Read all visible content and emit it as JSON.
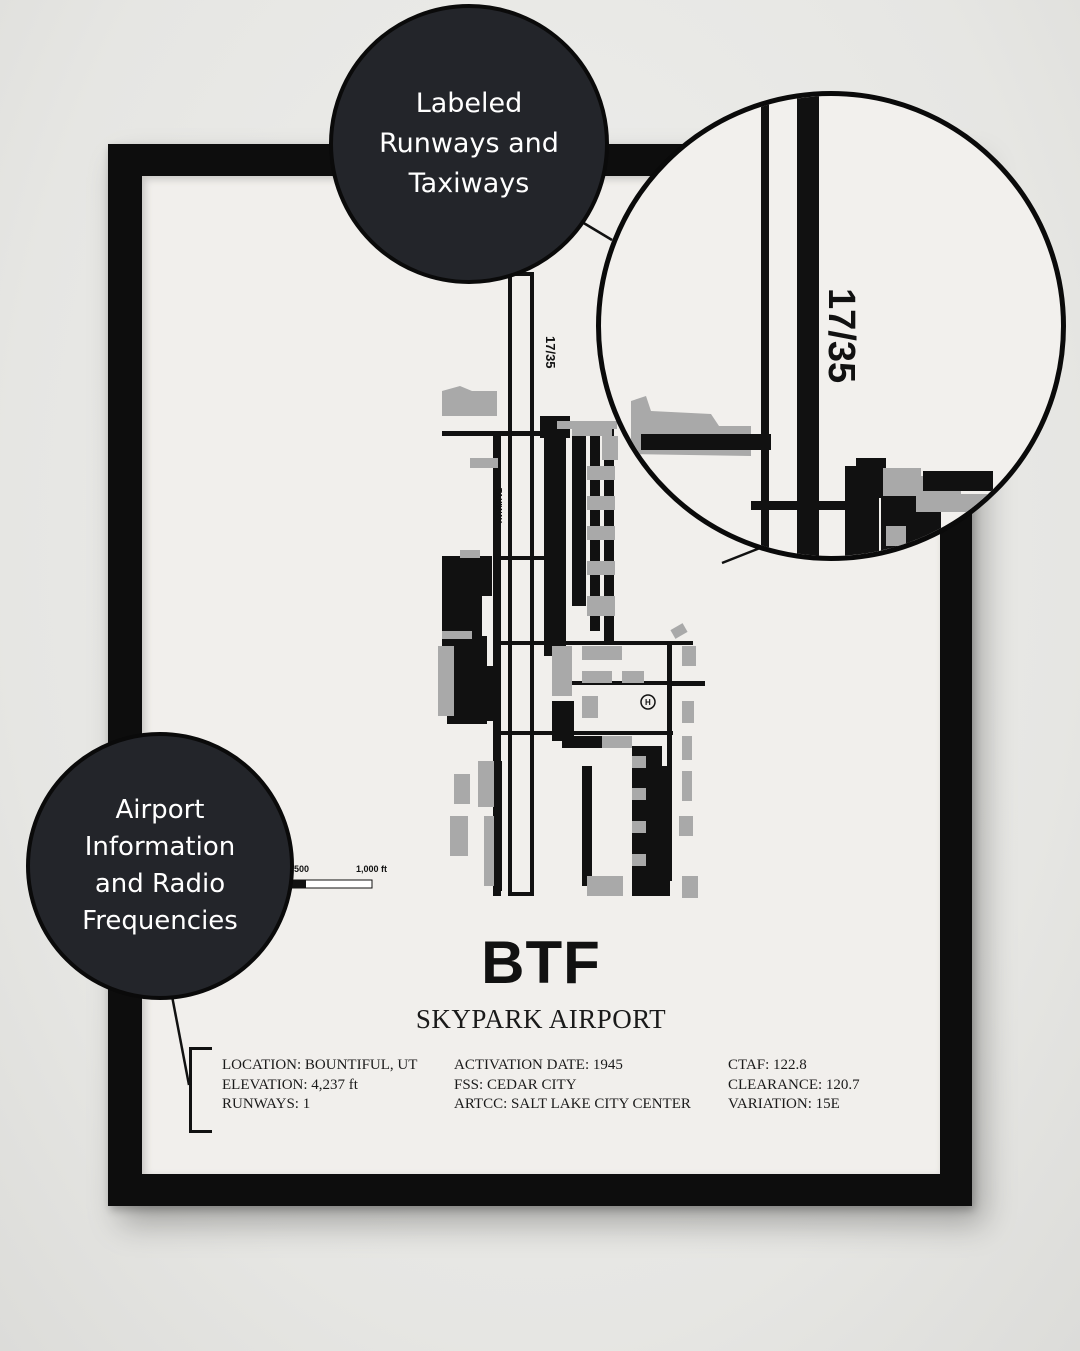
{
  "poster": {
    "airport_code": "BTF",
    "airport_name": "SKYPARK AIRPORT",
    "runway_label": "17/35",
    "taxiway_label": "TAXIWAY",
    "scale": {
      "mid_label": "500",
      "end_label": "1,000 ft"
    },
    "info": {
      "col1": [
        "LOCATION: BOUNTIFUL, UT",
        "ELEVATION: 4,237 ft",
        "RUNWAYS: 1"
      ],
      "col2": [
        "ACTIVATION DATE: 1945",
        "FSS: CEDAR CITY",
        "ARTCC: SALT LAKE CITY CENTER"
      ],
      "col3": [
        "CTAF: 122.8",
        "CLEARANCE: 120.7",
        "VARIATION: 15E"
      ]
    },
    "heliport_symbol": "H"
  },
  "callouts": {
    "runways": [
      "Labeled",
      "Runways and",
      "Taxiways"
    ],
    "info": [
      "Airport",
      "Information",
      "and Radio",
      "Frequencies"
    ]
  },
  "zoom": {
    "runway_label": "17/35"
  },
  "colors": {
    "frame": "#0d0d0d",
    "mat": "#f1efec",
    "callout": "#23252a",
    "building_gray": "#a9a9a9",
    "wall": "#e6e6e3"
  }
}
